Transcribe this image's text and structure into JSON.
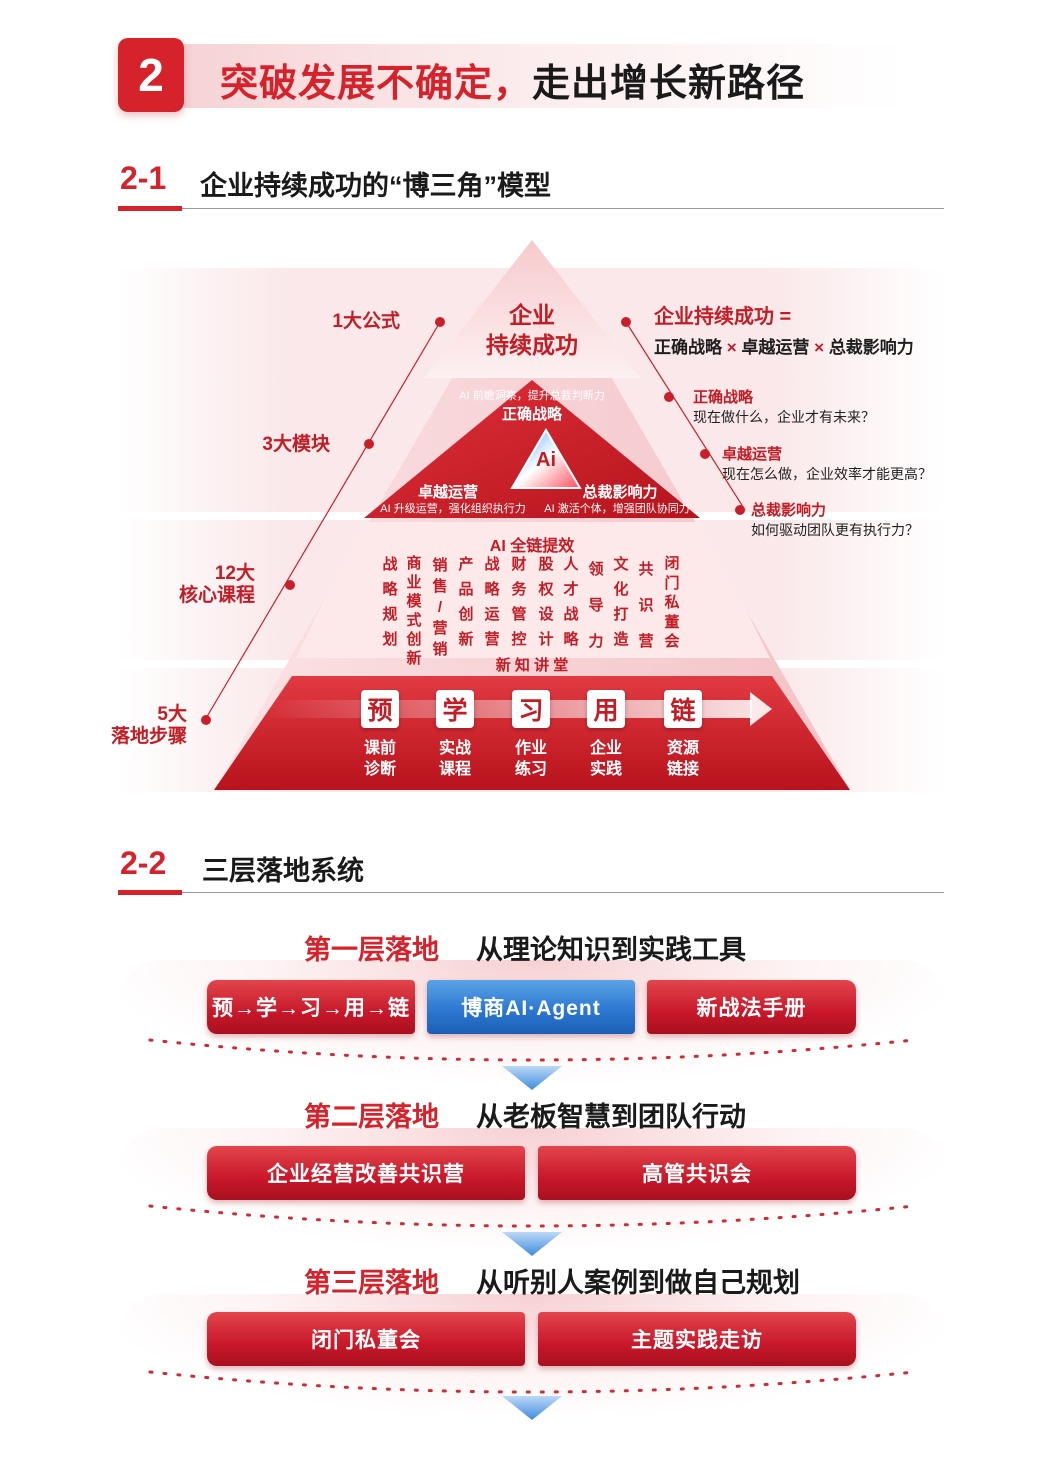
{
  "header": {
    "number": "2",
    "title_red": "突破发展不确定，",
    "title_dark": "走出增长新路径"
  },
  "section1": {
    "number": "2-1",
    "title": "企业持续成功的“博三角”模型"
  },
  "pyramid": {
    "left_labels": [
      {
        "line1": "1大公式",
        "line2": ""
      },
      {
        "line1": "3大模块",
        "line2": ""
      },
      {
        "line1": "12大",
        "line2": "核心课程"
      },
      {
        "line1": "5大",
        "line2": "落地步骤"
      }
    ],
    "apex": {
      "line1": "企业",
      "line2": "持续成功"
    },
    "strategy": {
      "sub": "AI 前瞻洞察，提升总裁判断力",
      "title": "正确战略"
    },
    "logo": "Ai",
    "operations": {
      "title": "卓越运营",
      "sub": "AI 升级运营，强化组织执行力"
    },
    "influence": {
      "title": "总裁影响力",
      "sub": "AI 激活个体，增强团队协同力"
    },
    "chain_title": "AI 全链提效",
    "courses": [
      {
        "chars": [
          "战",
          "略",
          "规",
          "划"
        ]
      },
      {
        "chars": [
          "商",
          "业",
          "模",
          "式",
          "创",
          "新"
        ]
      },
      {
        "chars": [
          "销",
          "售",
          "/",
          "营",
          "销"
        ]
      },
      {
        "chars": [
          "产",
          "品",
          "创",
          "新"
        ]
      },
      {
        "chars": [
          "战",
          "略",
          "运",
          "营"
        ]
      },
      {
        "chars": [
          "财",
          "务",
          "管",
          "控"
        ]
      },
      {
        "chars": [
          "股",
          "权",
          "设",
          "计"
        ]
      },
      {
        "chars": [
          "人",
          "才",
          "战",
          "略"
        ]
      },
      {
        "chars": [
          "领",
          "导",
          "力"
        ]
      },
      {
        "chars": [
          "文",
          "化",
          "打",
          "造"
        ]
      },
      {
        "chars": [
          "共",
          "识",
          "营"
        ]
      },
      {
        "chars": [
          "闭",
          "门",
          "私",
          "董",
          "会"
        ]
      }
    ],
    "course_footer": "新 知 讲 堂",
    "steps": [
      {
        "char": "预",
        "line1": "课前",
        "line2": "诊断"
      },
      {
        "char": "学",
        "line1": "实战",
        "line2": "课程"
      },
      {
        "char": "习",
        "line1": "作业",
        "line2": "练习"
      },
      {
        "char": "用",
        "line1": "企业",
        "line2": "实践"
      },
      {
        "char": "链",
        "line1": "资源",
        "line2": "链接"
      }
    ]
  },
  "formula": {
    "title": "企业持续成功 =",
    "terms": [
      "正确战略",
      "×",
      "卓越运营",
      "×",
      "总裁影响力"
    ],
    "items": [
      {
        "title": "正确战略",
        "desc": "现在做什么，企业才有未来？"
      },
      {
        "title": "卓越运营",
        "desc": "现在怎么做，企业效率才能更高？"
      },
      {
        "title": "总裁影响力",
        "desc": "如何驱动团队更有执行力？"
      }
    ]
  },
  "section2": {
    "number": "2-2",
    "title": "三层落地系统"
  },
  "layers": [
    {
      "name": "第一层落地",
      "desc": "从理论知识到实践工具",
      "pills": [
        "预→学→习→用→链",
        "博商AI·Agent",
        "新战法手册"
      ]
    },
    {
      "name": "第二层落地",
      "desc": "从老板智慧到团队行动",
      "pills": [
        "企业经营改善共识营",
        "高管共识会"
      ]
    },
    {
      "name": "第三层落地",
      "desc": "从听别人案例到做自己规划",
      "pills": [
        "闭门私董会",
        "主题实践走访"
      ]
    }
  ],
  "colors": {
    "brand_red": "#d6222a",
    "deep_red": "#b5141d",
    "blue": "#2d78d2"
  }
}
